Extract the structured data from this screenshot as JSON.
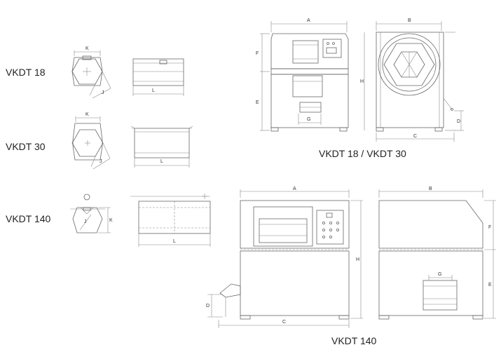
{
  "labels": {
    "vkdt18": "VKDT 18",
    "vkdt30": "VKDT 30",
    "vkdt140": "VKDT 140",
    "caption_top": "VKDT 18 / VKDT 30",
    "caption_bottom": "VKDT 140"
  },
  "dims": {
    "A": "A",
    "B": "B",
    "C": "C",
    "D": "D",
    "E": "E",
    "F": "F",
    "G": "G",
    "H": "H",
    "J": "J",
    "K": "K",
    "L": "L"
  }
}
